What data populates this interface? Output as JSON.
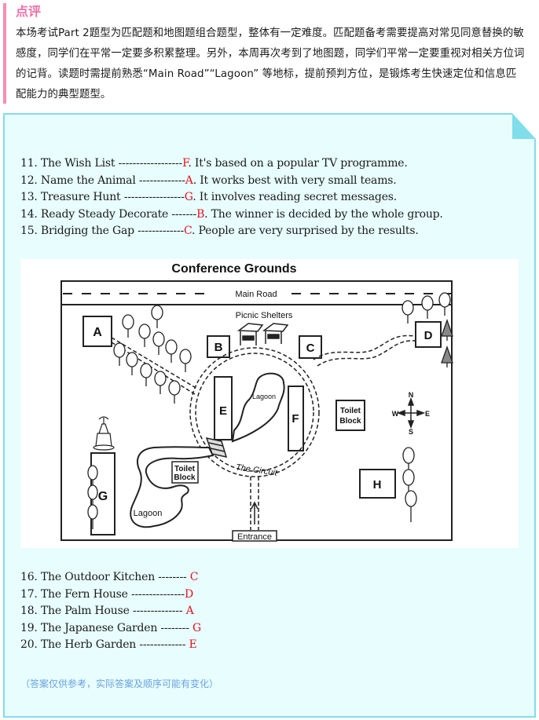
{
  "review": {
    "title": "点评",
    "paragraph": "本场考试Part 2题型为匹配题和地图题组合题型，整体有一定难度。匹配题备考需要提高对常见同意替换的敏感度，同学们在平常一定要多积累整理。另外，本周再次考到了地图题，同学们平常一定要重视对相关方位词的记背。读题时需提前熟悉“Main Road”“Lagoon” 等地标，提前预判方位，是锻炼考生快速定位和信息匹配能力的典型题型。"
  },
  "colors": {
    "accent_pink": "#f06fa6",
    "card_border": "#80deea",
    "card_bg": "#e8fdfd",
    "answer_red": "#e0141e",
    "note_blue": "#6aa3e0"
  },
  "matching": [
    {
      "question": "11. The Wish List ------------------",
      "answer": "F",
      "text": ". It's based on a popular TV programme."
    },
    {
      "question": "12. Name the Animal -------------",
      "answer": "A",
      "text": ". It works best with very small teams."
    },
    {
      "question": "13. Treasure Hunt -----------------",
      "answer": "G",
      "text": ". It involves reading secret messages."
    },
    {
      "question": "14. Ready Steady Decorate -------",
      "answer": "B",
      "text": ". The winner is decided by the whole group."
    },
    {
      "question": "15. Bridging the Gap -------------",
      "answer": "C",
      "text": ". People are very surprised by the results."
    }
  ],
  "map": {
    "title": "Conference Grounds",
    "main_road": "Main Road",
    "picnic_shelters": "Picnic Shelters",
    "lagoon_small": "Lagoon",
    "lagoon_large": "Lagoon",
    "circuit": "The Circuit",
    "toilet_line1": "Toilet",
    "toilet_line2": "Block",
    "entrance": "Entrance",
    "compass": {
      "n": "N",
      "s": "S",
      "e": "E",
      "w": "W"
    },
    "labels": {
      "A": "A",
      "B": "B",
      "C": "C",
      "D": "D",
      "E": "E",
      "F": "F",
      "G": "G",
      "H": "H"
    }
  },
  "map_questions": [
    {
      "question": "16. The Outdoor Kitchen -------- ",
      "answer": "C"
    },
    {
      "question": "17. The Fern House ---------------",
      "answer": "D"
    },
    {
      "question": "18. The Palm House -------------- ",
      "answer": "A"
    },
    {
      "question": "19. The Japanese Garden -------- ",
      "answer": "G"
    },
    {
      "question": "20. The Herb Garden ------------- ",
      "answer": "E"
    }
  ],
  "note": "（答案仅供参考，实际答案及顺序可能有变化）"
}
